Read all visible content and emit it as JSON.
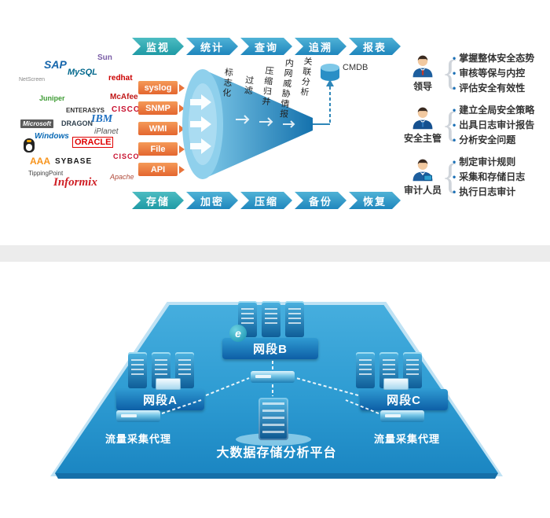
{
  "palette": {
    "page_bg": "#ececec",
    "panel_bg": "#ffffff",
    "flow_teal": "#23a2ab",
    "flow_blue": "#2a92c8",
    "protocol_orange": "#e9753b",
    "funnel_blue": "#2a8fc6",
    "platform_blue": "#2d9fd6",
    "segment_bar_blue": "#0d5fa6",
    "bullet_blue": "#1a6fb5",
    "text_dark": "#333333"
  },
  "top_flow": {
    "items": [
      "监视",
      "统计",
      "查询",
      "追溯",
      "报表"
    ]
  },
  "bottom_flow": {
    "items": [
      "存储",
      "加密",
      "压缩",
      "备份",
      "恢复"
    ]
  },
  "log_sources": {
    "logos": [
      "SAP",
      "MySQL",
      "Sun",
      "NetScreen",
      "Juniper",
      "redhat",
      "McAfee",
      "CISCO",
      "ENTERASYS",
      "IBM",
      "DRAGON",
      "iPlanet",
      "Microsoft",
      "Windows",
      "ORACLE",
      "AAA",
      "SYBASE",
      "TippingPoint",
      "Informix",
      "CISCO",
      "Apache"
    ]
  },
  "collect_protocols": {
    "items": [
      "syslog",
      "SNMP",
      "WMI",
      "File",
      "API"
    ]
  },
  "pipeline": {
    "stages": [
      "标志化",
      "过滤",
      "压缩归并",
      "内网威胁情报",
      "关联分析"
    ],
    "cmdb_label": "CMDB"
  },
  "personas": [
    {
      "name": "领导",
      "bullets": [
        "掌握整体安全态势",
        "审核等保与内控",
        "评估安全有效性"
      ]
    },
    {
      "name": "安全主管",
      "bullets": [
        "建立全局安全策略",
        "出具日志审计报告",
        "分析安全问题"
      ]
    },
    {
      "name": "审计人员",
      "bullets": [
        "制定审计规则",
        "采集和存储日志",
        "执行日志审计"
      ]
    }
  ],
  "network": {
    "segment_a": "网段A",
    "segment_b": "网段B",
    "segment_c": "网段C",
    "platform_label": "大数据存储分析平台",
    "agent_left": "流量采集代理",
    "agent_right": "流量采集代理",
    "globe_letter": "e"
  }
}
